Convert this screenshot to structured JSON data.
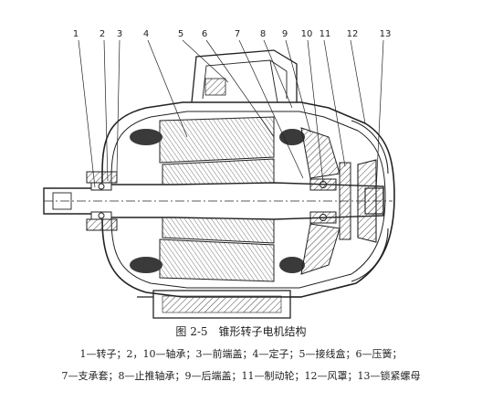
{
  "callouts": [
    "1",
    "2",
    "3",
    "4",
    "5",
    "6",
    "7",
    "8",
    "9",
    "10",
    "11",
    "12",
    "13"
  ],
  "caption": {
    "title": "图 2-5　锥形转子电机结构",
    "legend_line1": "1—转子；2，10—轴承；3—前端盖；4—定子；5—接线盒；6—压簧；",
    "legend_line2": "7—支承套；8—止推轴承；9—后端盖；11—制动轮；12—风罩；13—锁紧螺母"
  },
  "colors": {
    "ink": "#222222",
    "hatch": "#444444",
    "winding": "#3a3a3a"
  },
  "icons": [
    "cross-section-drawing"
  ]
}
